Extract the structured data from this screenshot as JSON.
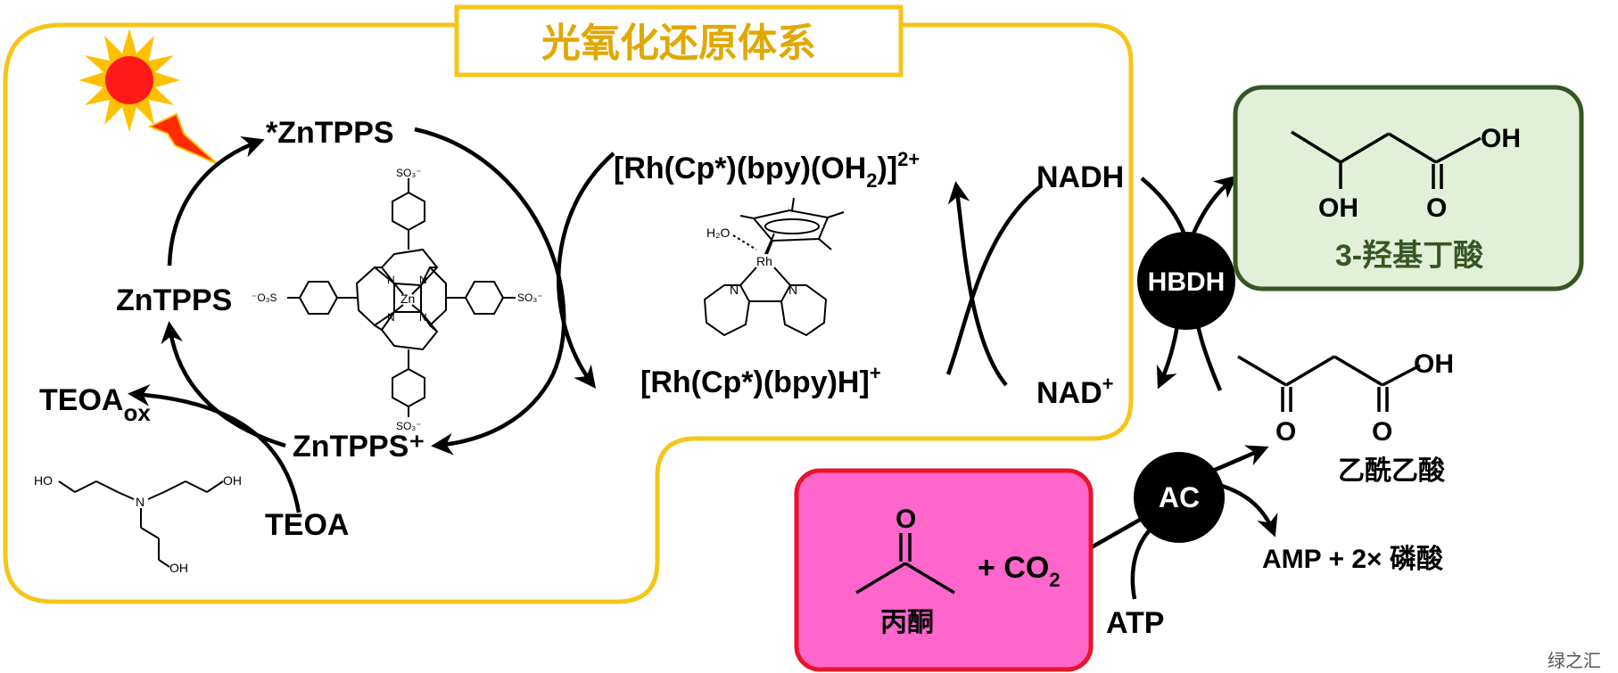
{
  "title": "光氧化还原体系",
  "species": {
    "zntpps_excited": "*ZnTPPS",
    "zntpps": "ZnTPPS",
    "zntpps_plus": "ZnTPPS⁺",
    "teoa": "TEOA",
    "teoa_ox_main": "TEOA",
    "teoa_ox_sub": "ox",
    "rh_aqua_main": "[Rh(Cp*)(bpy)(OH",
    "rh_aqua_sub": "2",
    "rh_aqua_close": ")]",
    "rh_aqua_sup": "2+",
    "rh_hydride": "[Rh(Cp*)(bpy)H]",
    "rh_hydride_sup": "+",
    "nadh": "NADH",
    "nad_main": "NAD",
    "nad_sup": "+",
    "hbdh": "HBDH",
    "ac": "AC",
    "product_3hb": "3-羟基丁酸",
    "acetoacetate": "乙酰乙酸",
    "acetone": "丙酮",
    "co2_main": "+ CO",
    "co2_sub": "2",
    "atp": "ATP",
    "amp": "AMP + 2× 磷酸"
  },
  "structure_atoms": {
    "oh": "OH",
    "ho": "HO",
    "o": "O",
    "n": "N",
    "zn": "Zn",
    "rh": "Rh",
    "h2o": "H₂O",
    "so3": "SO₃⁻",
    "o3s": "⁻O₃S"
  },
  "watermark": "绿之汇",
  "colors": {
    "photoredox_border": "#f5c518",
    "title_text": "#e0a800",
    "product_box_fill": "#e2efd9",
    "product_box_border": "#375623",
    "product_text": "#375623",
    "acetone_box_fill": "#ff66cc",
    "acetone_box_border": "#e8142a",
    "sun_core": "#ff1a1a",
    "sun_rays": "#ffc000",
    "lightning": "#ff2a00",
    "enzyme_fill": "#000000",
    "enzyme_text": "#ffffff"
  }
}
